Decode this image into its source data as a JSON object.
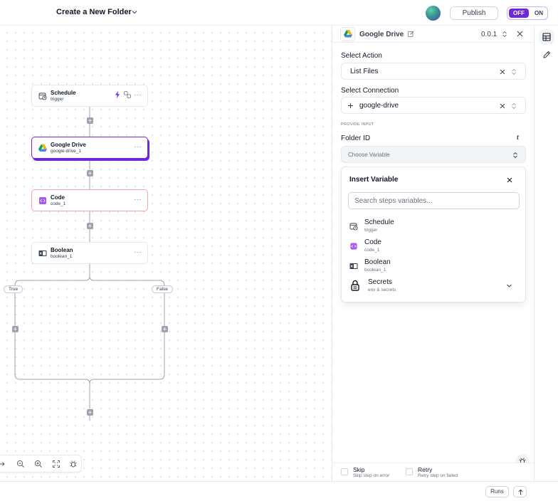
{
  "header": {
    "folder_title": "Create a New Folder",
    "publish_label": "Publish",
    "toggle_off": "OFF",
    "toggle_on": "ON"
  },
  "canvas": {
    "nodes": [
      {
        "name": "Schedule",
        "sub": "trigger",
        "icon": "calendar-clock-icon"
      },
      {
        "name": "Google Drive",
        "sub": "google-drive_1",
        "icon": "google-drive-icon"
      },
      {
        "name": "Code",
        "sub": "code_1",
        "icon": "code-icon"
      },
      {
        "name": "Boolean",
        "sub": "boolean_1",
        "icon": "boolean-toggle-icon"
      }
    ],
    "more_glyph": "···",
    "plus_glyph": "+",
    "branch_true": "True",
    "branch_false": "False"
  },
  "panel": {
    "title": "Google Drive",
    "version": "0.0.1",
    "select_action_label": "Select Action",
    "select_action_value": "List Files",
    "select_connection_label": "Select Connection",
    "select_connection_value": "google-drive",
    "provide_input": "PROVIDE INPUT",
    "folder_id_label": "Folder ID",
    "folder_id_mode": "t",
    "choose_variable": "Choose Variable",
    "popover": {
      "title": "Insert Variable",
      "search_placeholder": "Search steps variables...",
      "items": [
        {
          "name": "Schedule",
          "sub": "trigger",
          "icon": "calendar-clock-icon"
        },
        {
          "name": "Code",
          "sub": "code_1",
          "icon": "code-icon"
        },
        {
          "name": "Boolean",
          "sub": "boolean_1",
          "icon": "boolean-toggle-icon"
        },
        {
          "name": "Secrets",
          "sub": "env & secrets",
          "icon": "lock-icon"
        }
      ]
    },
    "footer": {
      "skip_label": "Skip",
      "skip_sub": "Skip step on error",
      "retry_label": "Retry",
      "retry_sub": "Retry step on failed"
    }
  },
  "bottom": {
    "runs_label": "Runs"
  },
  "colors": {
    "accent": "#6d28d9",
    "error_border": "#f3a7a7",
    "wire": "#9ca3af"
  }
}
